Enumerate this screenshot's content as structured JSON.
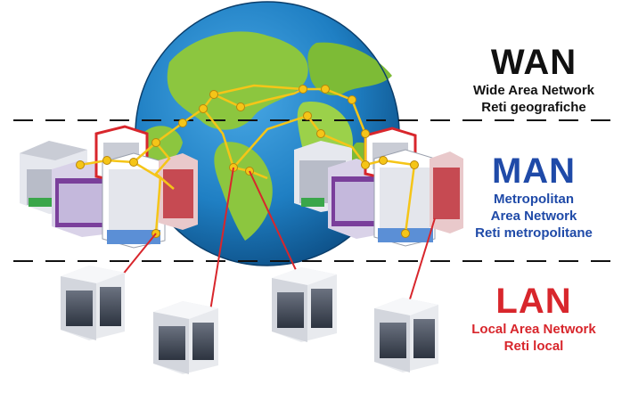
{
  "colors": {
    "wan": "#111111",
    "man": "#1f4aa8",
    "lan": "#d8262c",
    "ocean": "#1f7fc3",
    "land": "#8cc63f",
    "link_yellow": "#f5c518",
    "link_red": "#d8262c"
  },
  "wan": {
    "title": "WAN",
    "line1": "Wide Area Network",
    "line2": "Reti geografiche"
  },
  "man": {
    "title": "MAN",
    "line1": "Metropolitan",
    "line2": "Area Network",
    "line3": "Reti metropolitane"
  },
  "lan": {
    "title": "LAN",
    "line1": "Local Area Network",
    "line2": "Reti local"
  },
  "icons": [
    "globe-icon",
    "building-icon"
  ]
}
